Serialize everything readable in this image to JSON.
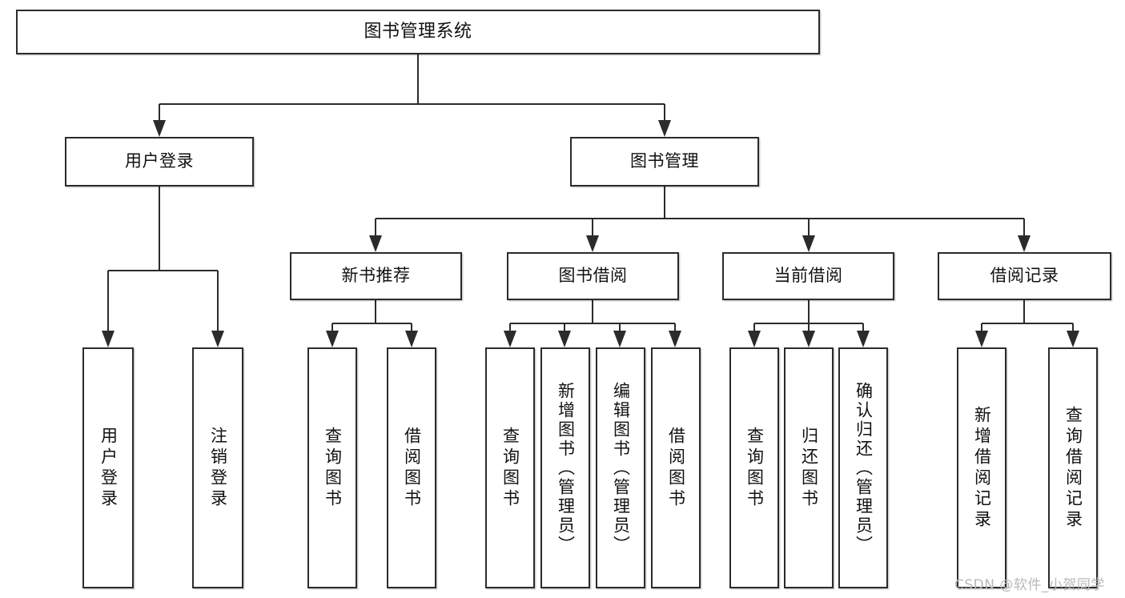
{
  "diagram": {
    "title": "图书管理系统",
    "type": "tree-hierarchy",
    "watermark": "CSDN @软件_小贺同学",
    "colors": {
      "stroke": "#2b2b2b",
      "fill": "#ffffff",
      "text": "#111111",
      "watermark": "#b9b9b9"
    },
    "levels": {
      "root": [
        "图书管理系统"
      ],
      "level2": [
        "用户登录",
        "图书管理"
      ],
      "level3": [
        "新书推荐",
        "图书借阅",
        "当前借阅",
        "借阅记录"
      ],
      "level4": [
        "用户登录",
        "注销登录",
        "查询图书",
        "借阅图书",
        "查询图书",
        "新增图书（管理员）",
        "编辑图书（管理员）",
        "借阅图书",
        "查询图书",
        "归还图书",
        "确认归还（管理员）",
        "新增借阅记录",
        "查询借阅记录"
      ]
    }
  },
  "nodes": {
    "root": {
      "label": "图书管理系统"
    },
    "user_login": {
      "label": "用户登录"
    },
    "book_mgmt": {
      "label": "图书管理"
    },
    "new_book_rec": {
      "label": "新书推荐"
    },
    "book_borrow": {
      "label": "图书借阅"
    },
    "current_borrow": {
      "label": "当前借阅"
    },
    "borrow_record": {
      "label": "借阅记录"
    },
    "leaf_user_login": {
      "label": "用户登录"
    },
    "leaf_logout": {
      "label": "注销登录"
    },
    "leaf_query_book_a": {
      "label": "查询图书"
    },
    "leaf_borrow_book_a": {
      "label": "借阅图书"
    },
    "leaf_query_book_b": {
      "label": "查询图书"
    },
    "leaf_add_book": {
      "label": "新增图书（管理员）"
    },
    "leaf_edit_book": {
      "label": "编辑图书（管理员）"
    },
    "leaf_borrow_book_b": {
      "label": "借阅图书"
    },
    "leaf_query_book_c": {
      "label": "查询图书"
    },
    "leaf_return_book": {
      "label": "归还图书"
    },
    "leaf_confirm_return": {
      "label": "确认归还（管理员）"
    },
    "leaf_add_record": {
      "label": "新增借阅记录"
    },
    "leaf_query_record": {
      "label": "查询借阅记录"
    }
  }
}
